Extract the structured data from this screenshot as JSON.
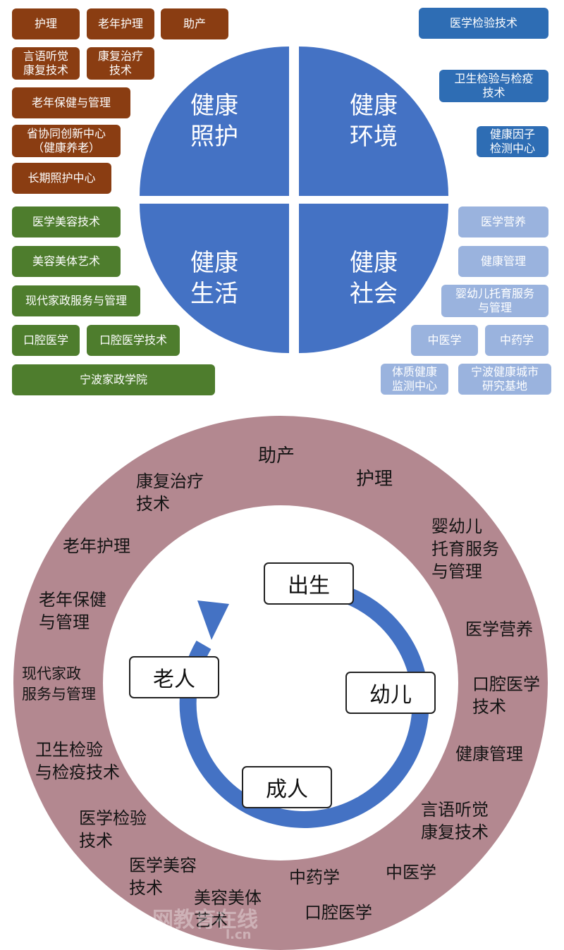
{
  "top": {
    "quadrants": [
      {
        "id": "care",
        "label": "健康\n照护"
      },
      {
        "id": "environment",
        "label": "健康\n环境"
      },
      {
        "id": "life",
        "label": "健康\n生活"
      },
      {
        "id": "society",
        "label": "健康\n社会"
      }
    ],
    "brown": [
      "护理",
      "老年护理",
      "助产",
      "言语听觉\n康复技术",
      "康复治疗\n技术",
      "老年保健与管理",
      "省协同创新中心\n（健康养老）",
      "长期照护中心"
    ],
    "green": [
      "医学美容技术",
      "美容美体艺术",
      "现代家政服务与管理",
      "口腔医学",
      "口腔医学技术",
      "宁波家政学院"
    ],
    "blue": [
      "医学检验技术",
      "卫生检验与检疫\n技术",
      "健康因子\n检测中心"
    ],
    "lightblue": [
      "医学营养",
      "健康管理",
      "婴幼儿托育服务\n与管理",
      "中医学",
      "中药学",
      "体质健康\n监测中心",
      "宁波健康城市\n研究基地"
    ]
  },
  "bottom": {
    "stages": [
      "出生",
      "幼儿",
      "成人",
      "老人"
    ],
    "ring_labels": [
      "助产",
      "护理",
      "婴幼儿\n托育服务\n与管理",
      "医学营养",
      "口腔医学\n技术",
      "健康管理",
      "言语听觉\n康复技术",
      "中医学",
      "中药学",
      "口腔医学",
      "美容美体\n艺术",
      "医学美容\n技术",
      "医学检验\n技术",
      "卫生检验\n与检疫技术",
      "现代家政\n服务与管理",
      "老年保健\n与管理",
      "老年护理",
      "康复治疗\n技术"
    ],
    "watermark": "网教育在线",
    "watermark_sub": "l.cn"
  },
  "colors": {
    "brown": "#8a3d12",
    "green": "#4e7d2d",
    "blue": "#2e6db4",
    "light_blue": "#9ab3de",
    "quadrant": "#4472c4",
    "ring": "#b38890",
    "arrow": "#4472c4"
  }
}
